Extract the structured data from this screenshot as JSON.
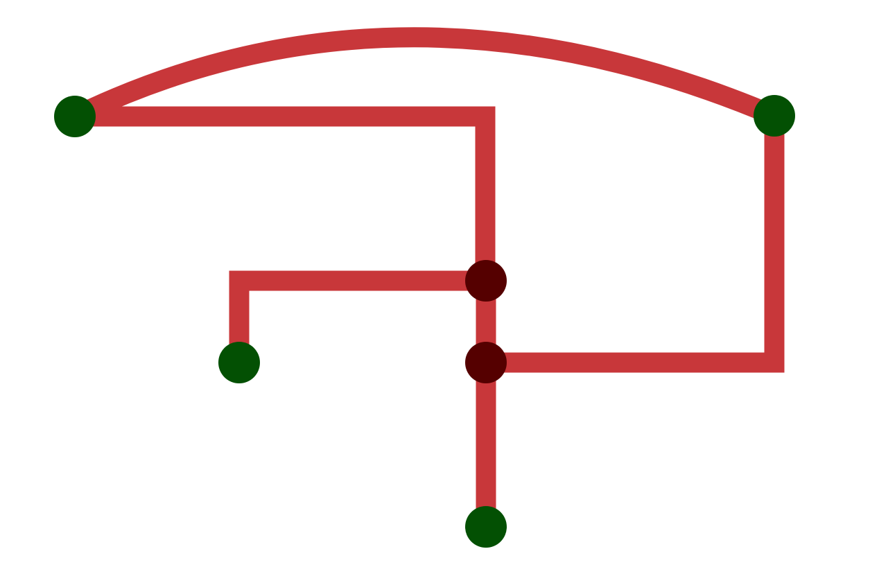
{
  "colors": {
    "background": "#ffffff",
    "edge": "#c8373a",
    "terminal_node": "#035003",
    "junction_node": "#550000"
  },
  "nodes": [
    {
      "id": "n1",
      "kind": "terminal"
    },
    {
      "id": "n2",
      "kind": "terminal"
    },
    {
      "id": "n3",
      "kind": "junction"
    },
    {
      "id": "n4",
      "kind": "terminal"
    },
    {
      "id": "n5",
      "kind": "junction"
    },
    {
      "id": "n6",
      "kind": "terminal"
    }
  ],
  "edges": [
    {
      "from": "n1",
      "to": "n2",
      "style": "arc"
    },
    {
      "from": "n1",
      "to": "n3",
      "style": "orthogonal"
    },
    {
      "from": "n4",
      "to": "n3",
      "style": "orthogonal"
    },
    {
      "from": "n3",
      "to": "n5",
      "style": "straight"
    },
    {
      "from": "n5",
      "to": "n2",
      "style": "orthogonal"
    },
    {
      "from": "n5",
      "to": "n6",
      "style": "straight"
    }
  ]
}
